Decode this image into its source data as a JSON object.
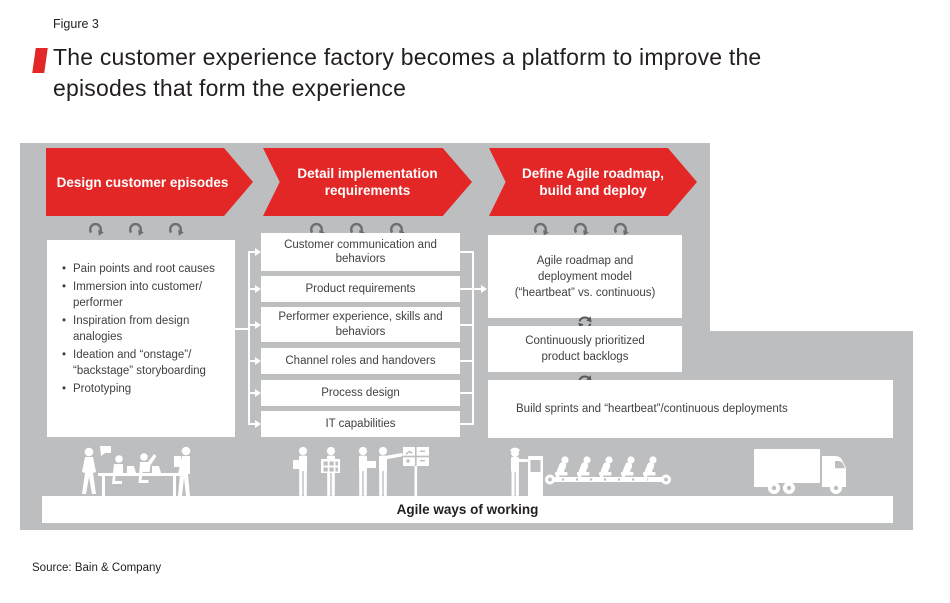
{
  "header": {
    "figure_label": "Figure 3",
    "title_line1": "The customer experience factory becomes a platform to improve the",
    "title_line2": "episodes that form the experience"
  },
  "colors": {
    "red": "#e22726",
    "canvas_gray": "#bcbec0",
    "icon_gray": "#6d6e71",
    "text_dark": "#414042"
  },
  "stages": [
    {
      "lines": [
        "Design customer episodes"
      ]
    },
    {
      "lines": [
        "Detail implementation",
        "requirements"
      ]
    },
    {
      "lines": [
        "Define Agile roadmap,",
        "build and deploy"
      ]
    }
  ],
  "design_episodes": {
    "bullets": [
      "Pain points and root causes",
      "Immersion into customer/​performer",
      "Inspiration from design analogies",
      "Ideation and “onstage”/​“backstage” storyboarding",
      "Prototyping"
    ]
  },
  "implementation": {
    "boxes": [
      "Customer communication and behaviors",
      "Product requirements",
      "Performer experience, skills and behaviors",
      "Channel roles and handovers",
      "Process design",
      "IT capabilities"
    ]
  },
  "agile": {
    "roadmap_lines": [
      "Agile roadmap and",
      "deployment model",
      "(“heartbeat” vs. continuous)"
    ],
    "backlog_lines": [
      "Continuously prioritized",
      "product backlogs"
    ],
    "sprints": "Build sprints and “heartbeat”/continuous deployments"
  },
  "footer": {
    "bar_label": "Agile ways of working",
    "source": "Source: Bain & Company"
  },
  "icons": {
    "iteration": "circular-arrow",
    "sync": "sync-cycle-arrows",
    "workshop": "people-at-design-table",
    "team_board": "team-with-kanban-boards",
    "assembly": "assembly-line-with-operator",
    "truck": "delivery-truck"
  }
}
